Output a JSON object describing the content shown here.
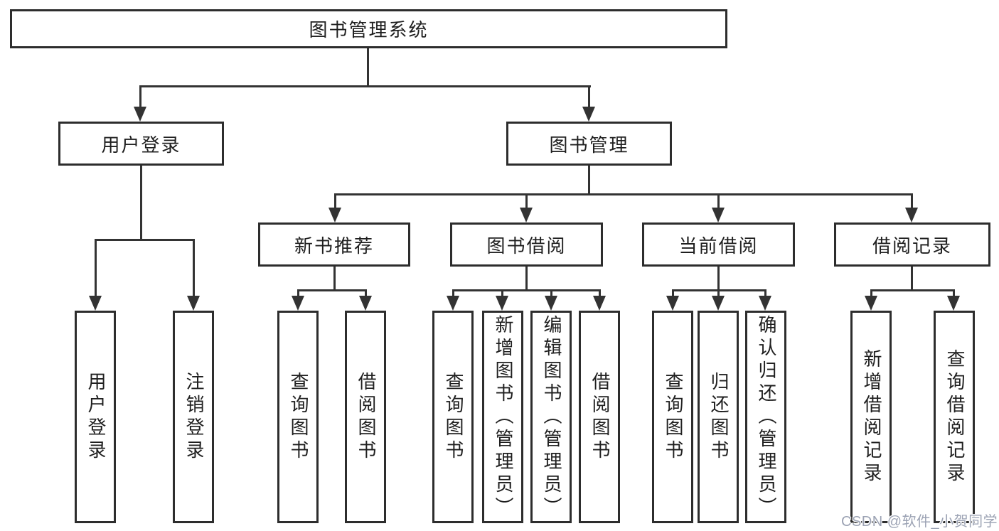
{
  "nodes": {
    "root": "图书管理系统",
    "level2": [
      "用户登录",
      "图书管理"
    ],
    "level3": [
      "新书推荐",
      "图书借阅",
      "当前借阅",
      "借阅记录"
    ],
    "leaves_login": [
      "用户登录",
      "注销登录"
    ],
    "leaves_newbook": [
      "查询图书",
      "借阅图书"
    ],
    "leaves_borrow": [
      "查询图书",
      "新增图书（管理员）",
      "编辑图书（管理员）",
      "借阅图书"
    ],
    "leaves_current": [
      "查询图书",
      "归还图书",
      "确认归还（管理员）"
    ],
    "leaves_records": [
      "新增借阅记录",
      "查询借阅记录"
    ]
  },
  "watermark": "CSDN @软件_小贺同学",
  "colors": {
    "line": "#333333",
    "border": "#2d2d2d",
    "text": "#1f1f1f",
    "watermark": "#9ca3b4",
    "background": "#ffffff"
  }
}
